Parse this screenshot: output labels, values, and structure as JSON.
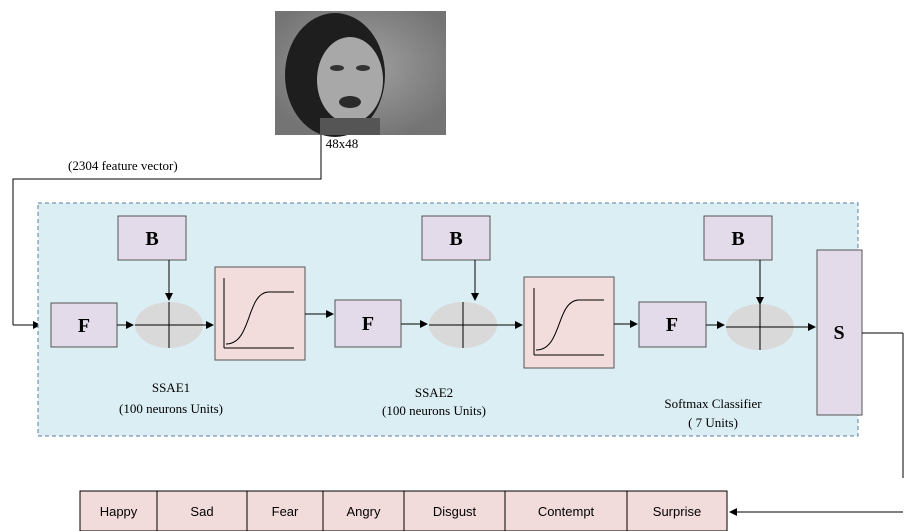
{
  "image_label": "48x48",
  "feature_vector_label": "(2304 feature vector)",
  "stage1": {
    "F": "F",
    "B": "B",
    "name": "SSAE1",
    "units": "(100 neurons Units)"
  },
  "stage2": {
    "F": "F",
    "B": "B",
    "name": "SSAE2",
    "units": "(100 neurons Units)"
  },
  "stage3": {
    "F": "F",
    "B": "B",
    "S": "S",
    "name": "Softmax Classifier",
    "units": "( 7 Units)"
  },
  "classes": [
    "Happy",
    "Sad",
    "Fear",
    "Angry",
    "Disgust",
    "Contempt",
    "Surprise"
  ],
  "colors": {
    "panel_fill": "#dbeef4",
    "panel_border": "#5a7fa0",
    "box_fill": "#e3dbe9",
    "sigmoid_fill": "#f2dcdc",
    "sum_fill": "#d9d9d9",
    "class_fill": "#f2dcdb"
  }
}
